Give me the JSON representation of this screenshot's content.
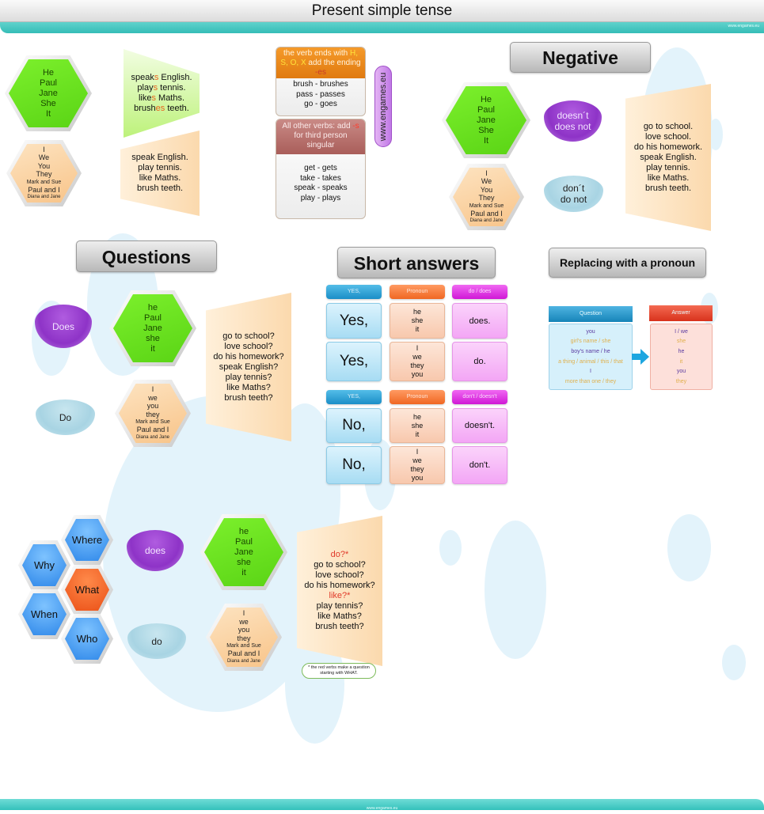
{
  "header": {
    "title": "Present simple tense",
    "watermark": "www.engames.eu"
  },
  "footer": {
    "watermark": "www.engames.eu"
  },
  "side_label": "www.engames.eu",
  "affirmative": {
    "third_person": [
      "He",
      "Paul",
      "Jane",
      "She",
      "It"
    ],
    "other_persons": [
      "I",
      "We",
      "You",
      "They",
      "Mark and Sue",
      "Paul and I",
      "Diana and Jane"
    ],
    "third_sentences": [
      {
        "stem": "speak",
        "ending": "s",
        "rest": " English."
      },
      {
        "stem": "play",
        "ending": "s",
        "rest": " tennis."
      },
      {
        "stem": "like",
        "ending": "s",
        "rest": " Maths."
      },
      {
        "stem": "brush",
        "ending": "es",
        "rest": " teeth."
      }
    ],
    "other_sentences": [
      "speak English.",
      "play tennis.",
      "like Maths.",
      "brush teeth."
    ]
  },
  "spelling_rules": {
    "rule1": {
      "head_prefix": "the verb ends with ",
      "letters": "H, S, O, X",
      "head_mid": " add the ending ",
      "ending": "-es",
      "examples": [
        "brush - brushes",
        "pass - passes",
        "go - goes"
      ]
    },
    "rule2": {
      "head_prefix": "All other verbs: add ",
      "ending": "-s",
      "head_suffix": " for third person singular",
      "examples": [
        "get - gets",
        "take - takes",
        "speak - speaks",
        "play - plays"
      ]
    }
  },
  "negative": {
    "title": "Negative",
    "third_person": [
      "He",
      "Paul",
      "Jane",
      "She",
      "It"
    ],
    "other_persons": [
      "I",
      "We",
      "You",
      "They",
      "Mark and Sue",
      "Paul and I",
      "Diana and Jane"
    ],
    "aux_third": [
      "doesn´t",
      "does not"
    ],
    "aux_other": [
      "don´t",
      "do not"
    ],
    "sentences": [
      "go to school.",
      "love school.",
      "do his homework.",
      "speak English.",
      "play tennis.",
      "like Maths.",
      "brush teeth."
    ]
  },
  "questions": {
    "title": "Questions",
    "aux_third": "Does",
    "aux_other": "Do",
    "third_person": [
      "he",
      "Paul",
      "Jane",
      "she",
      "it"
    ],
    "other_persons": [
      "I",
      "we",
      "you",
      "they",
      "Mark and Sue",
      "Paul and I",
      "Diana and Jane"
    ],
    "sentences": [
      "go to school?",
      "love school?",
      "do his homework?",
      "speak English?",
      "play tennis?",
      "like Maths?",
      "brush teeth?"
    ]
  },
  "short_answers": {
    "title": "Short answers",
    "yes_block": {
      "headers": [
        "YES,",
        "Pronoun",
        "do / does"
      ],
      "rows": [
        {
          "answer": "Yes,",
          "pronouns": [
            "he",
            "she",
            "it"
          ],
          "verb": "does."
        },
        {
          "answer": "Yes,",
          "pronouns": [
            "I",
            "we",
            "they",
            "you"
          ],
          "verb": "do."
        }
      ]
    },
    "no_block": {
      "headers": [
        "YES,",
        "Pronoun",
        "don't / doesn't"
      ],
      "rows": [
        {
          "answer": "No,",
          "pronouns": [
            "he",
            "she",
            "it"
          ],
          "verb": "doesn't."
        },
        {
          "answer": "No,",
          "pronouns": [
            "I",
            "we",
            "they",
            "you"
          ],
          "verb": "don't."
        }
      ]
    }
  },
  "pronoun_replacement": {
    "title": "Replacing with a pronoun",
    "question_header": "Question",
    "answer_header": "Answer",
    "question_items": [
      "you",
      "girl's name / she",
      "boy's name / he",
      "a thing / animal / this / that",
      "I",
      "more than one / they"
    ],
    "answer_items": [
      "I / we",
      "she",
      "he",
      "it",
      "you",
      "they"
    ]
  },
  "wh_questions": {
    "words": [
      "Where",
      "Why",
      "What",
      "When",
      "Who"
    ],
    "aux_third": "does",
    "aux_other": "do",
    "third_person": [
      "he",
      "Paul",
      "Jane",
      "she",
      "it"
    ],
    "other_persons": [
      "I",
      "we",
      "you",
      "they",
      "Mark and Sue",
      "Paul and I",
      "Diana and Jane"
    ],
    "sentences": [
      {
        "text": "do?*",
        "red": true
      },
      {
        "text": "go to school?",
        "red": false
      },
      {
        "text": "love school?",
        "red": false
      },
      {
        "text": "do his homework?",
        "red": false
      },
      {
        "text": "like?*",
        "red": true
      },
      {
        "text": "play tennis?",
        "red": false
      },
      {
        "text": "like Maths?",
        "red": false
      },
      {
        "text": "brush teeth?",
        "red": false
      }
    ],
    "note": "* the red verbs make a question starting with WHAT."
  },
  "colors": {
    "teal": "#3cc3bd",
    "green_hex": "#6ee022",
    "orange_hex": "#f9cf98",
    "purple_bowl": "#9a3fd1",
    "blue_bowl": "#b4dbe8",
    "blue_hex": "#3a8fe9",
    "red_hex": "#ef5a1c",
    "red_text": "#e03a2a"
  }
}
